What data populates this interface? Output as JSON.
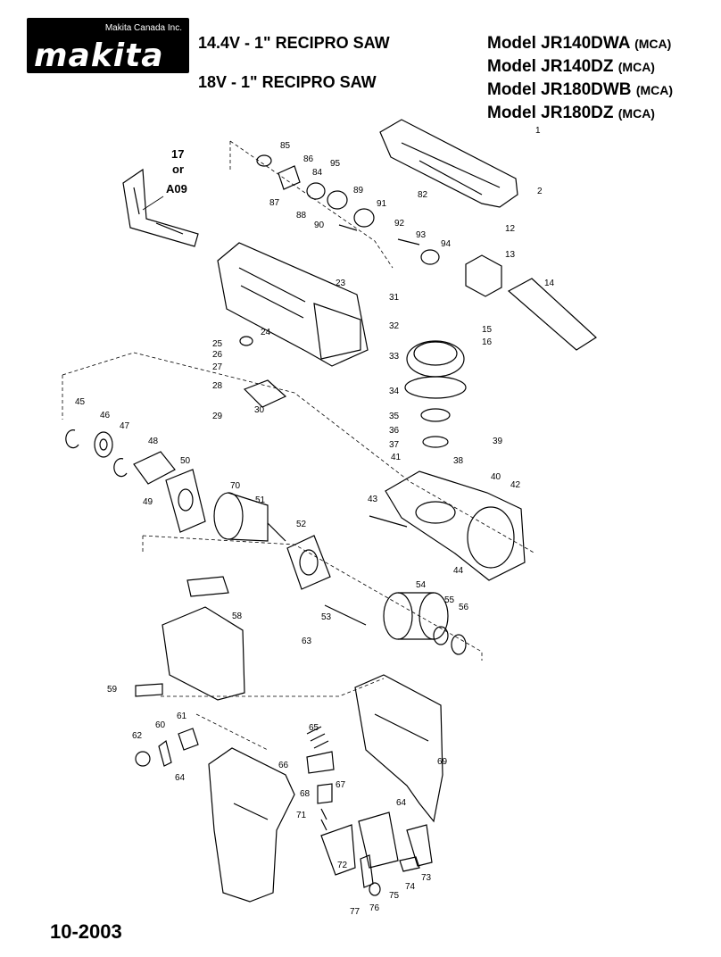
{
  "header": {
    "brand": "makita",
    "company": "Makita Canada Inc.",
    "titles": [
      "14.4V - 1\" RECIPRO SAW",
      "18V - 1\" RECIPRO SAW"
    ],
    "models": [
      {
        "name": "Model JR140DWA",
        "suffix": "(MCA)"
      },
      {
        "name": "Model JR140DZ",
        "suffix": "(MCA)"
      },
      {
        "name": "Model JR180DWB",
        "suffix": "(MCA)"
      },
      {
        "name": "Model JR180DZ",
        "suffix": "(MCA)"
      }
    ]
  },
  "part17": {
    "line1": "17",
    "line2": "or",
    "line3": "A09"
  },
  "date": "10-2003",
  "parts": [
    "1",
    "2",
    "12",
    "13",
    "14",
    "15",
    "16",
    "23",
    "24",
    "25",
    "26",
    "27",
    "28",
    "29",
    "30",
    "31",
    "32",
    "33",
    "34",
    "35",
    "36",
    "37",
    "38",
    "39",
    "40",
    "41",
    "42",
    "43",
    "44",
    "45",
    "46",
    "47",
    "48",
    "49",
    "50",
    "51",
    "52",
    "53",
    "54",
    "55",
    "56",
    "58",
    "59",
    "60",
    "61",
    "62",
    "63",
    "64",
    "64",
    "65",
    "66",
    "67",
    "68",
    "69",
    "70",
    "71",
    "72",
    "73",
    "74",
    "75",
    "76",
    "77",
    "82",
    "84",
    "85",
    "86",
    "87",
    "88",
    "89",
    "90",
    "91",
    "92",
    "93",
    "94",
    "95"
  ]
}
